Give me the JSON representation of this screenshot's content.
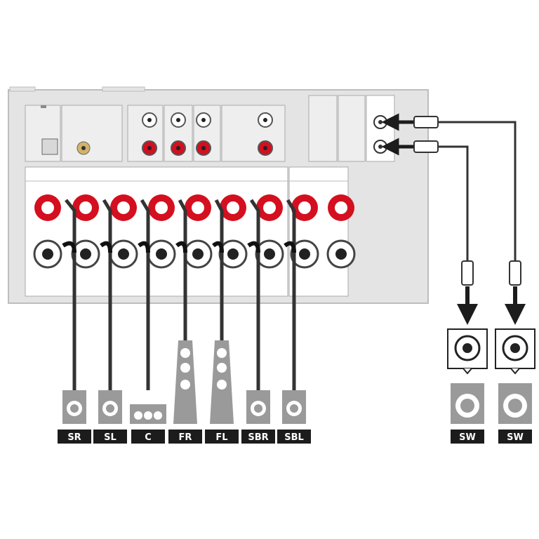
{
  "colors": {
    "panel": "#e4e4e4",
    "panel_border": "#bdbdbd",
    "terminal_red": "#d40f1f",
    "cable": "#333333",
    "label_bg": "#1c1c1c",
    "label_text": "#ffffff",
    "speaker_body": "#9a9a9a"
  },
  "icons": {
    "connection_arrow": "arrow-down-icon",
    "rca_plug": "rca-plug-icon",
    "speaker_terminal": "binding-post-icon"
  },
  "speakers": [
    {
      "label": "SR",
      "shape": "rear"
    },
    {
      "label": "SL",
      "shape": "rear"
    },
    {
      "label": "C",
      "shape": "center"
    },
    {
      "label": "FR",
      "shape": "tower"
    },
    {
      "label": "FL",
      "shape": "tower"
    },
    {
      "label": "SBR",
      "shape": "rear"
    },
    {
      "label": "SBL",
      "shape": "rear"
    }
  ],
  "subwoofers": [
    {
      "label": "SW"
    },
    {
      "label": "SW"
    }
  ]
}
